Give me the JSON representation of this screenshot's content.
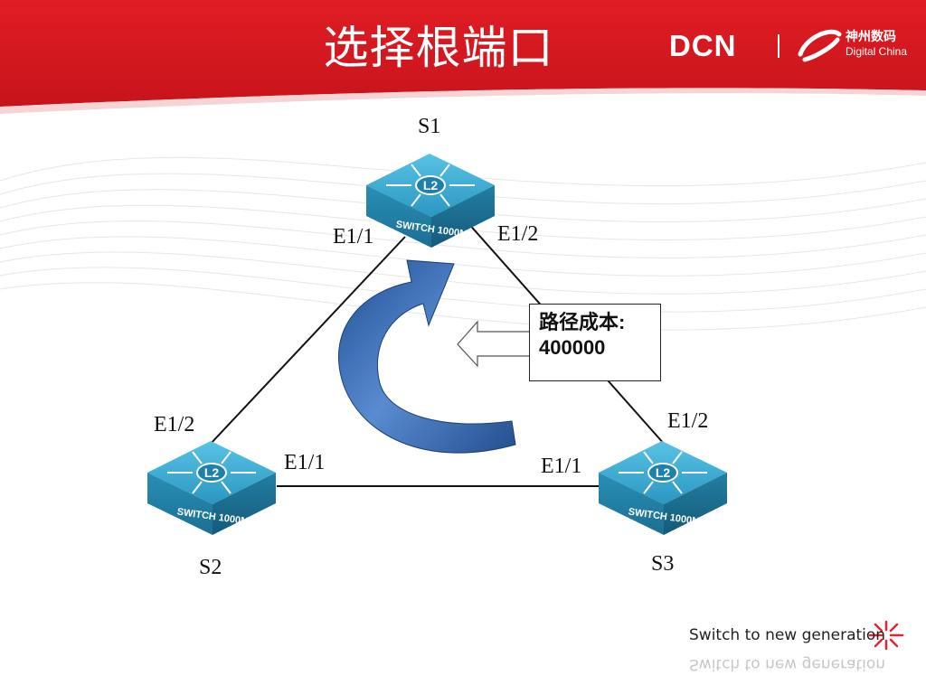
{
  "slide": {
    "title": "选择根端口",
    "logo": {
      "dcn": "DCN",
      "brand_cn": "神州数码",
      "brand_en": "Digital China"
    },
    "tagline": "Switch to new generation"
  },
  "colors": {
    "banner_red": "#d2161e",
    "switch_teal": "#2a8fb6",
    "arrow_blue": "#3565a6"
  },
  "diagram": {
    "nodes": [
      {
        "id": "S1",
        "label": "S1",
        "device_text_top": "L2",
        "device_text_front": "SWITCH 1000M"
      },
      {
        "id": "S2",
        "label": "S2",
        "device_text_top": "L2",
        "device_text_front": "SWITCH 1000M"
      },
      {
        "id": "S3",
        "label": "S3",
        "device_text_top": "L2",
        "device_text_front": "SWITCH 1000M"
      }
    ],
    "links": [
      {
        "from": "S1",
        "from_port": "E1/1",
        "to": "S2",
        "to_port": "E1/2"
      },
      {
        "from": "S1",
        "from_port": "E1/2",
        "to": "S3",
        "to_port": "E1/2"
      },
      {
        "from": "S2",
        "from_port": "E1/1",
        "to": "S3",
        "to_port": "E1/1"
      }
    ],
    "callout": {
      "line1": "路径成本:",
      "line2": "400000"
    }
  }
}
